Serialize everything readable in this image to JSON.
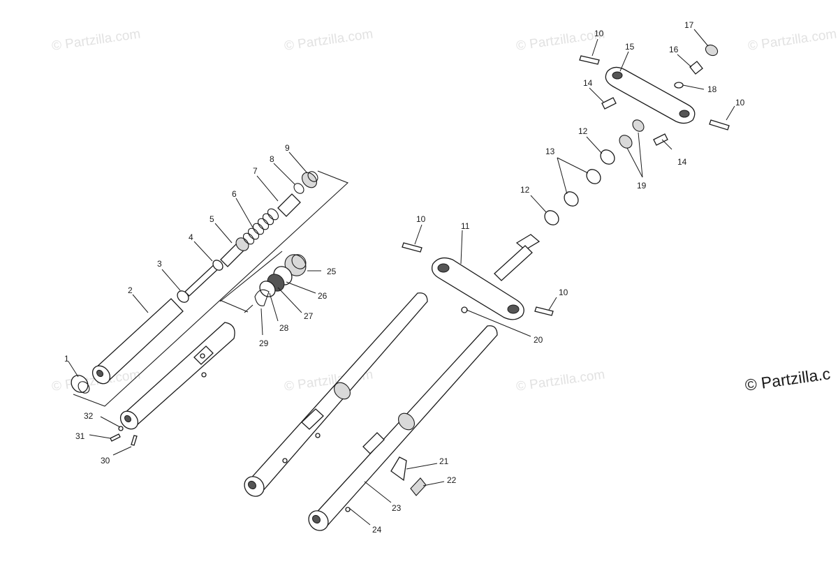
{
  "watermark": {
    "text": "© Partzilla.com",
    "edge_text": "© Partzilla.c"
  },
  "callouts": {
    "c1": "1",
    "c2": "2",
    "c3": "3",
    "c4": "4",
    "c5": "5",
    "c6": "6",
    "c7": "7",
    "c8": "8",
    "c9": "9",
    "c10a": "10",
    "c10b": "10",
    "c10c": "10",
    "c10d": "10",
    "c11": "11",
    "c12a": "12",
    "c12b": "12",
    "c13": "13",
    "c14a": "14",
    "c14b": "14",
    "c15": "15",
    "c16": "16",
    "c17": "17",
    "c18": "18",
    "c19": "19",
    "c20": "20",
    "c21": "21",
    "c22": "22",
    "c23": "23",
    "c24": "24",
    "c25": "25",
    "c26": "26",
    "c27": "27",
    "c28": "28",
    "c29": "29",
    "c30": "30",
    "c31": "31",
    "c32": "32"
  }
}
